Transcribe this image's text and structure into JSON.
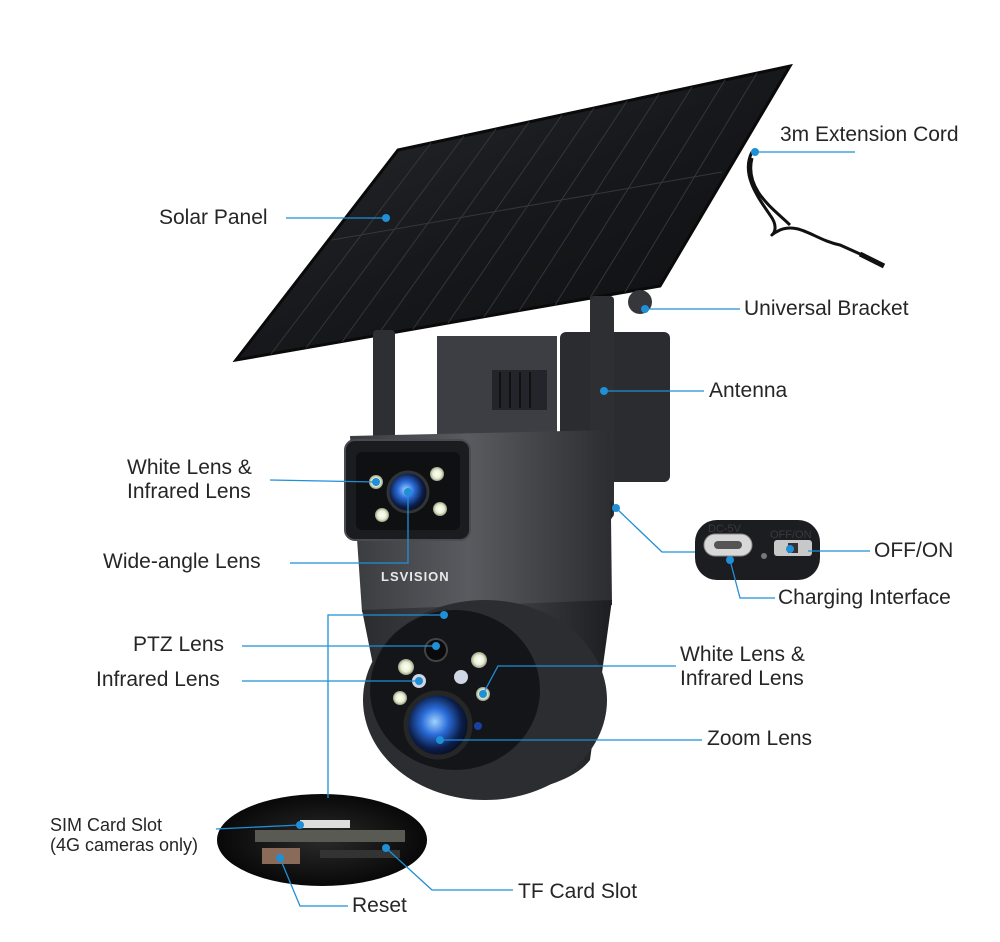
{
  "brand": "LSVISION",
  "port_labels": {
    "dc": "DC-5V",
    "switch": "OFF/ON"
  },
  "accent_color": "#1f8fd6",
  "labels": {
    "solar_panel": "Solar Panel",
    "extension_cord": "3m Extension Cord",
    "universal_bracket": "Universal Bracket",
    "antenna": "Antenna",
    "white_infrared_upper_1": "White Lens &",
    "white_infrared_upper_2": "Infrared Lens",
    "wide_angle_lens": "Wide-angle Lens",
    "off_on": "OFF/ON",
    "charging_interface": "Charging Interface",
    "ptz_lens": "PTZ Lens",
    "infrared_lens": "Infrared Lens",
    "white_infrared_lower_1": "White Lens &",
    "white_infrared_lower_2": "Infrared Lens",
    "zoom_lens": "Zoom Lens",
    "sim_card_slot_1": "SIM Card Slot",
    "sim_card_slot_2": "(4G cameras only)",
    "tf_card_slot": "TF Card Slot",
    "reset": "Reset"
  }
}
